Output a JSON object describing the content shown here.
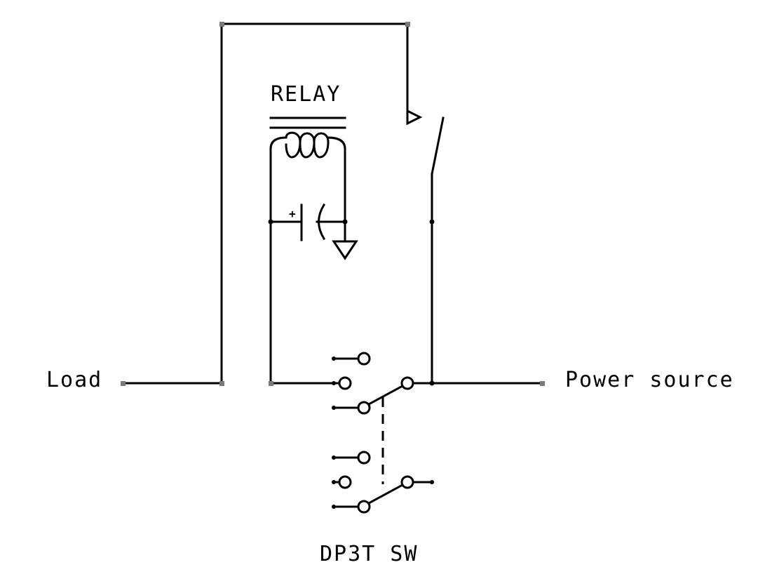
{
  "labels": {
    "load": "Load",
    "power_source": "Power source",
    "relay": "RELAY",
    "switch": "DP3T SW",
    "capacitor_polarity": "+"
  },
  "colors": {
    "ink": "#000000",
    "background": "#ffffff",
    "terminal": "#7a7a7a"
  }
}
